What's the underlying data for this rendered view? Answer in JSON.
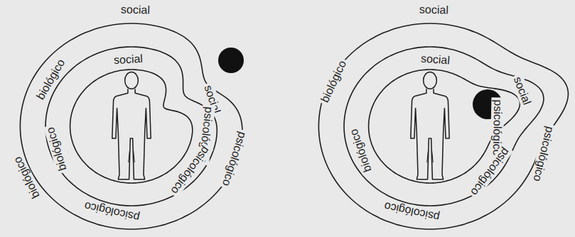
{
  "diagram": {
    "labels": [
      "social",
      "social",
      "biológico",
      "social",
      "psicológico",
      "psicológico",
      "biológico",
      "psicológico",
      "biológico",
      "psicológico",
      "social",
      "social",
      "biológico",
      "social",
      "psicológico",
      "psicológico",
      "biológico",
      "psicológico",
      "psicológico"
    ]
  }
}
